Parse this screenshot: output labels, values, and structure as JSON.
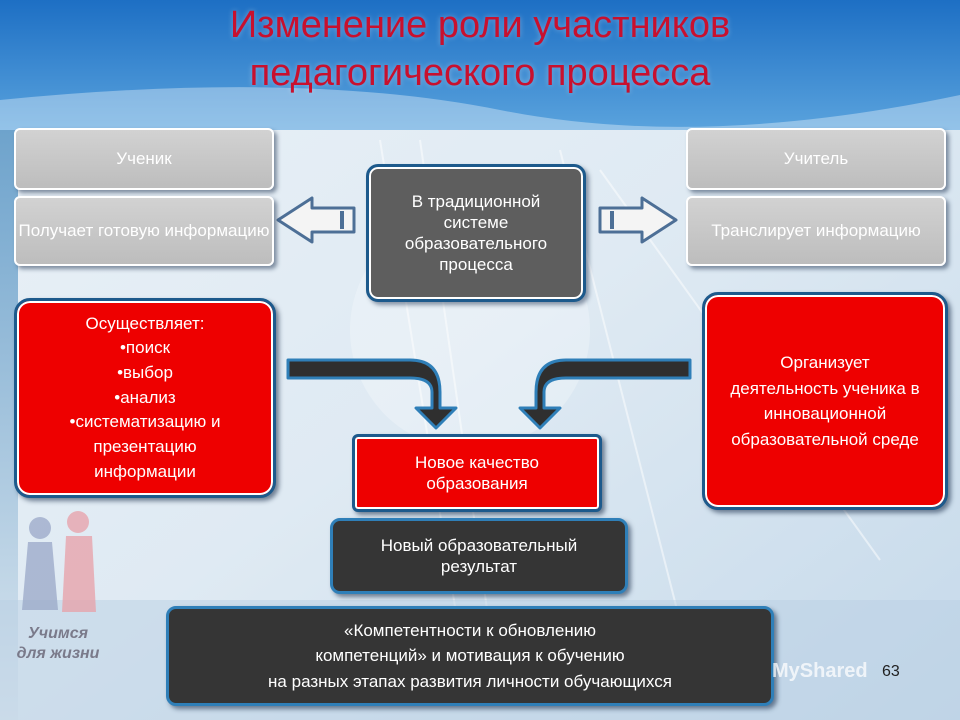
{
  "title": {
    "line1": "Изменение роли участников",
    "line2": "педагогического процесса"
  },
  "left": {
    "header": "Ученик",
    "sub": "Получает готовую информацию"
  },
  "right": {
    "header": "Учитель",
    "sub": "Транслирует информацию"
  },
  "center": {
    "text": "В традиционной системе образовательного процесса"
  },
  "student_new": {
    "heading": "Осуществляет:",
    "items": [
      "•поиск",
      "•выбор",
      "•анализ",
      "•систематизацию и",
      "презентацию",
      "информации"
    ]
  },
  "teacher_new": {
    "text": "Организует деятельность ученика в инновационной образовательной среде"
  },
  "new_quality": {
    "text": "Новое качество образования"
  },
  "new_result": {
    "text": "Новый образовательный результат"
  },
  "competence": {
    "line1": "«Компетентности к обновлению",
    "line2": "компетенций» и мотивация к обучению",
    "line3": "на разных этапах развития личности обучающихся"
  },
  "logo": {
    "line1": "Учимся",
    "line2": "для жизни"
  },
  "watermark": "MyShared",
  "page_number": "63",
  "colors": {
    "title": "#c8102e",
    "red_box": "#ee0000",
    "border_blue": "#1d5a8c",
    "gray_box": "#c4c4c4",
    "dark_box": "#353535"
  }
}
